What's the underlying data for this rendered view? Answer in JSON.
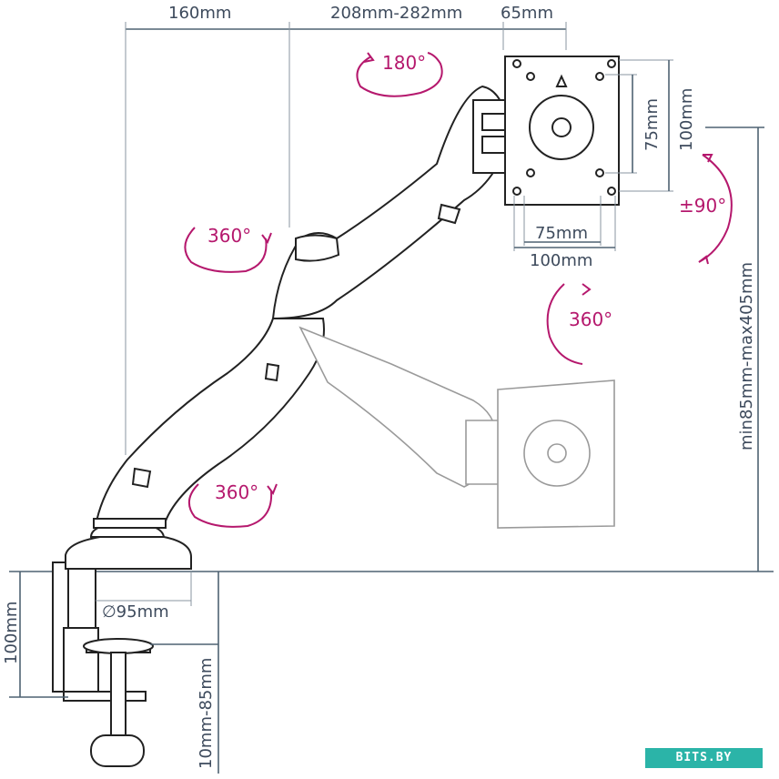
{
  "dimensions": {
    "top_left": "160mm",
    "top_middle": "208mm-282mm",
    "top_right": "65mm",
    "vesa_vertical_inner": "75mm",
    "vesa_vertical_outer": "100mm",
    "vesa_horizontal_inner": "75mm",
    "vesa_horizontal_outer": "100mm",
    "height_range": "min85mm-max405mm",
    "base_diameter": "∅95mm",
    "clamp_height": "100mm",
    "desk_thickness": "10mm-85mm"
  },
  "rotations": {
    "head": "180°",
    "tilt": "±90°",
    "arm_joint": "360°",
    "display": "360°",
    "base": "360°"
  },
  "watermark": "BITS.BY",
  "colors": {
    "accent": "#b5186d",
    "dimension": "#3d4a5c",
    "watermark_bg": "#2bb4a8"
  }
}
